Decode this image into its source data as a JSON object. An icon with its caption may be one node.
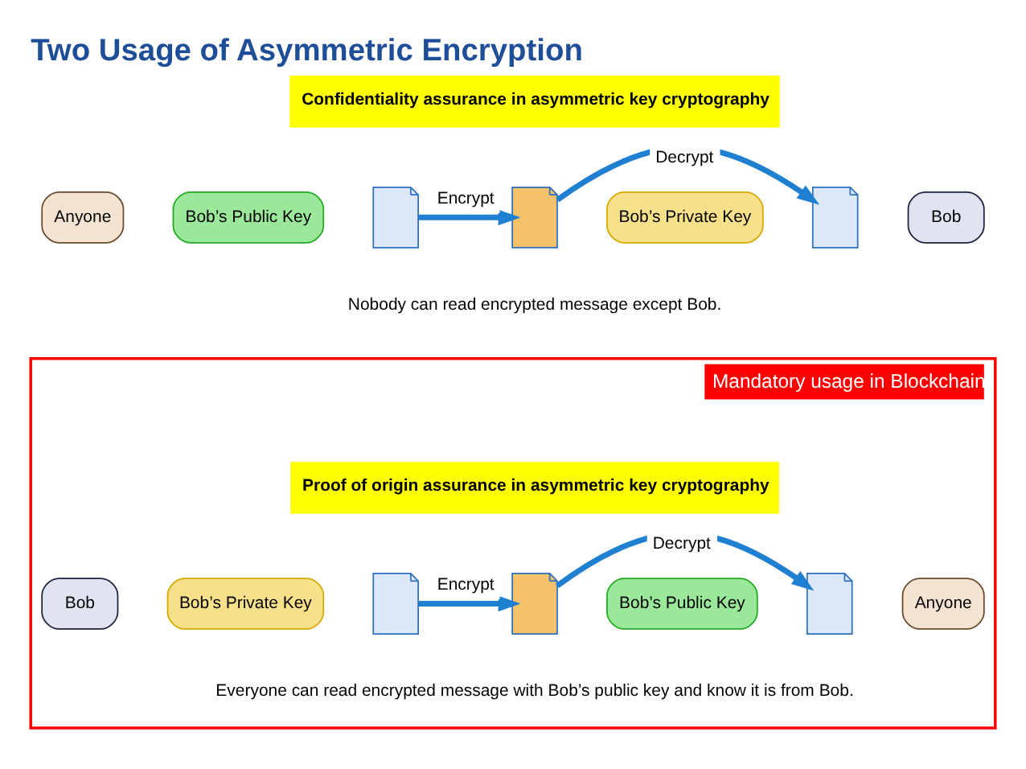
{
  "diagram": {
    "title": "Two Usage of Asymmetric Encryption",
    "nodes": [
      {
        "text": [
          "Confidentiality assurance in asymmetric key cryptography"
        ]
      },
      {
        "text": [
          "Anyone"
        ]
      },
      {
        "text": [
          "Bob’s Public Key"
        ]
      },
      {
        "text": [],
        "shape": "document"
      },
      {
        "text": [],
        "shape": "document"
      },
      {
        "text": [
          "Bob’s Private Key"
        ]
      },
      {
        "text": [],
        "shape": "document"
      },
      {
        "text": [
          "Bob"
        ]
      },
      {
        "text": [
          "Mandatory usage in Blockchain"
        ]
      },
      {
        "text": [
          "Proof of origin assurance in asymmetric key cryptography"
        ],
        "in": 8
      },
      {
        "text": [
          "Bob"
        ],
        "in": 8
      },
      {
        "text": [
          "Bob’s Private Key"
        ],
        "in": 8
      },
      {
        "text": [],
        "shape": "document",
        "in": 8
      },
      {
        "text": [],
        "shape": "document",
        "in": 8
      },
      {
        "text": [
          "Bob’s Public Key"
        ],
        "in": 8
      },
      {
        "text": [],
        "shape": "document",
        "in": 8
      },
      {
        "text": [
          "Anyone"
        ],
        "in": 8
      }
    ],
    "edges": [
      {
        "from": 3,
        "to": 4,
        "arrow": "to",
        "label": "Encrypt"
      },
      {
        "from": 4,
        "to": 6,
        "arrow": "to",
        "label": "Decrypt"
      },
      {
        "from": 12,
        "to": 13,
        "arrow": "to",
        "label": "Encrypt"
      },
      {
        "from": 13,
        "to": 15,
        "arrow": "to",
        "label": "Decrypt"
      }
    ],
    "labels": [
      "Nobody can read encrypted message except Bob.",
      "Everyone can read encrypted message with Bob’s public key and know it is from Bob."
    ]
  }
}
